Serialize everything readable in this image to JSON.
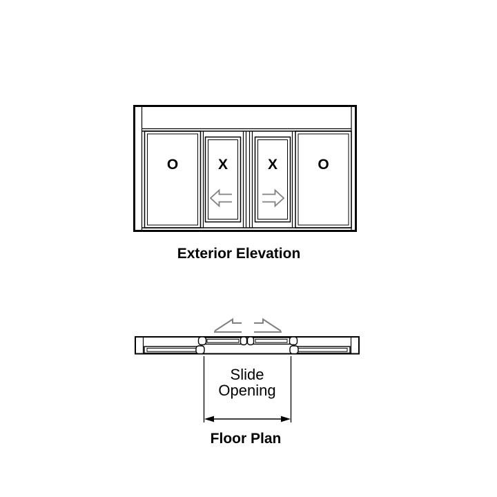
{
  "colors": {
    "line": "#000000",
    "slide_arrow": "#808080"
  },
  "elevation": {
    "title": "Exterior Elevation",
    "panels": [
      {
        "label": "O",
        "type": "fixed"
      },
      {
        "label": "X",
        "type": "sliding",
        "slide_direction": "left"
      },
      {
        "label": "X",
        "type": "sliding",
        "slide_direction": "right"
      },
      {
        "label": "O",
        "type": "fixed"
      }
    ]
  },
  "floor_plan": {
    "title": "Floor Plan",
    "dimension_label_line1": "Slide",
    "dimension_label_line2": "Opening"
  }
}
